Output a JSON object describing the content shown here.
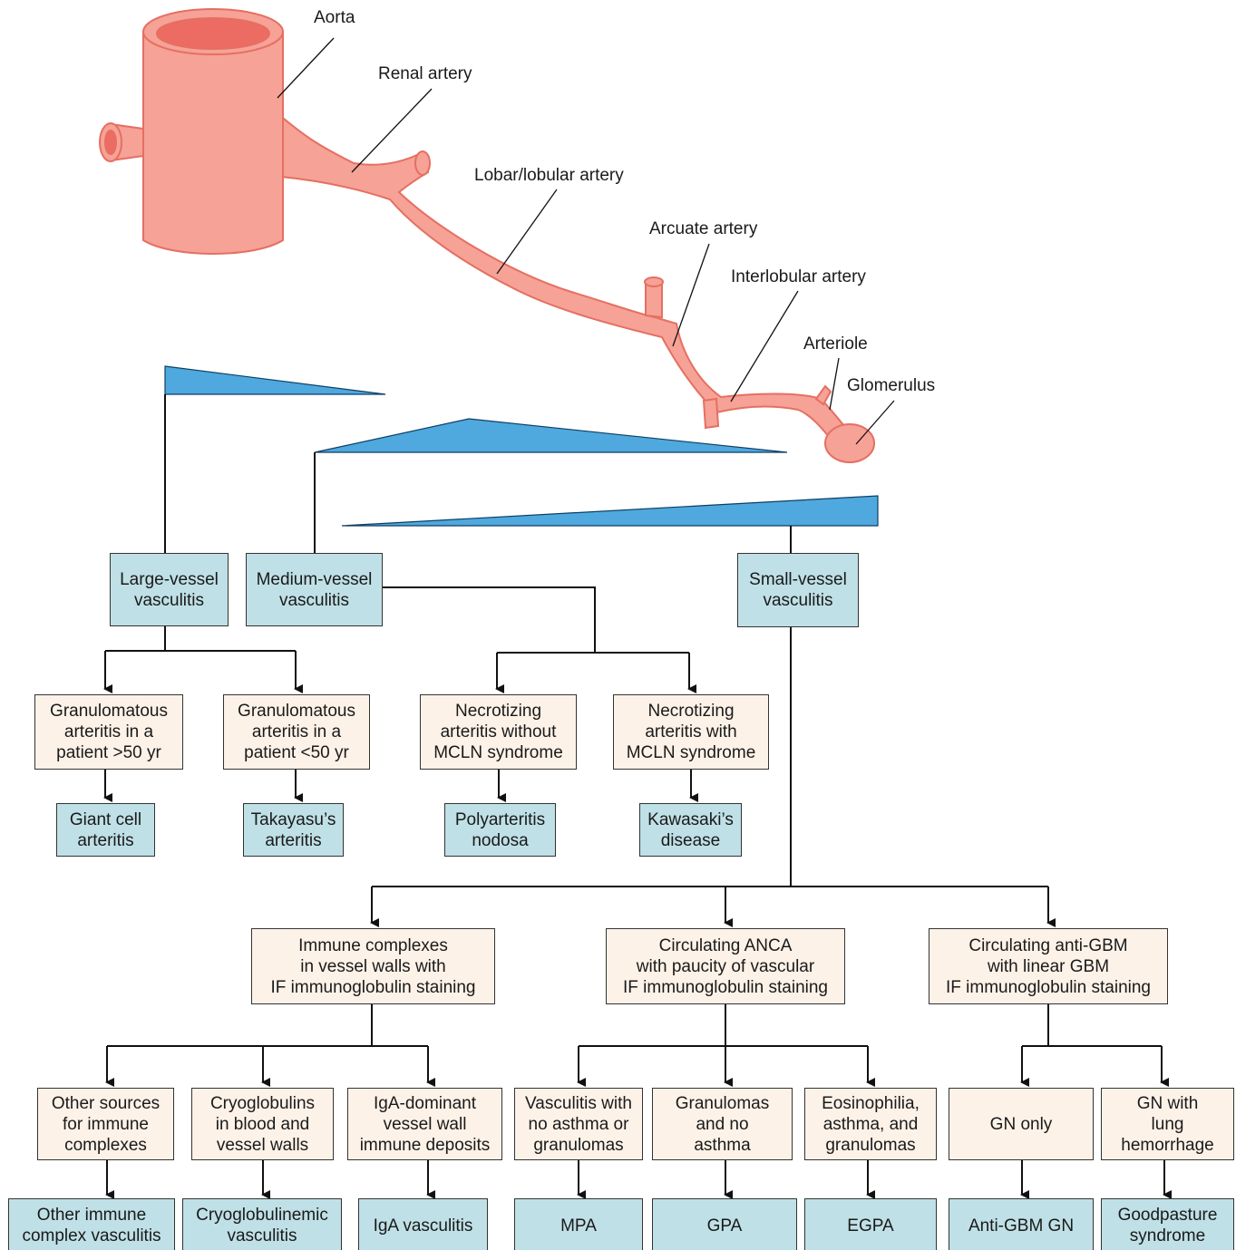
{
  "anatomy": {
    "aorta": "Aorta",
    "renal": "Renal artery",
    "lobar": "Lobar/lobular artery",
    "arcuate": "Arcuate artery",
    "interlobular": "Interlobular artery",
    "arteriole": "Arteriole",
    "glomerulus": "Glomerulus"
  },
  "colors": {
    "vessel_fill": "#f6a296",
    "vessel_stroke": "#e56f62",
    "wedge_fill": "#4fa8de",
    "category_box": "#bfe0e6",
    "criteria_box": "#fdf2e8"
  },
  "tier1": {
    "large": "Large-vessel\nvasculitis",
    "medium": "Medium-vessel\nvasculitis",
    "small": "Small-vessel\nvasculitis"
  },
  "large_criteria": [
    "Granulomatous\narteritis in a\npatient >50 yr",
    "Granulomatous\narteritis in a\npatient <50 yr"
  ],
  "large_dx": [
    "Giant cell\narteritis",
    "Takayasu’s\narteritis"
  ],
  "medium_criteria": [
    "Necrotizing\narteritis without\nMCLN syndrome",
    "Necrotizing\narteritis with\nMCLN syndrome"
  ],
  "medium_dx": [
    "Polyarteritis\nnodosa",
    "Kawasaki’s\ndisease"
  ],
  "small_branches": [
    "Immune complexes\nin vessel walls with\nIF immunoglobulin staining",
    "Circulating ANCA\nwith paucity of vascular\nIF immunoglobulin staining",
    "Circulating anti-GBM\nwith linear GBM\nIF immunoglobulin staining"
  ],
  "small_criteria": [
    "Other sources\nfor immune\ncomplexes",
    "Cryoglobulins\nin blood and\nvessel walls",
    "IgA-dominant\nvessel wall\nimmune deposits",
    "Vasculitis with\nno asthma or\ngranulomas",
    "Granulomas\nand no\nasthma",
    "Eosinophilia,\nasthma, and\ngranulomas",
    "GN only",
    "GN with\nlung\nhemorrhage"
  ],
  "small_dx": [
    "Other immune\ncomplex vasculitis",
    "Cryoglobulinemic\nvasculitis",
    "IgA vasculitis",
    "MPA",
    "GPA",
    "EGPA",
    "Anti-GBM GN",
    "Goodpasture\nsyndrome"
  ]
}
